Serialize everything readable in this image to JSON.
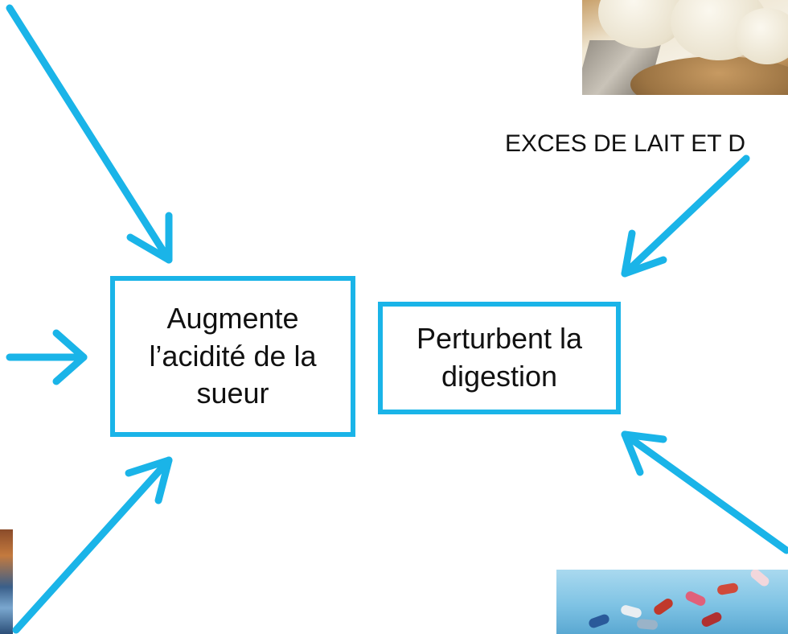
{
  "diagram": {
    "caption_dairy": "EXCES DE LAIT ET D",
    "box_acidity": {
      "line1": "Augmente",
      "line2": "l’acidité de la",
      "line3": "sueur"
    },
    "box_digestion": {
      "line1": "Perturbent la",
      "line2": "digestion"
    }
  },
  "colors": {
    "accent": "#1ab4e8",
    "text": "#111111",
    "background": "#ffffff"
  },
  "icons": [
    "cheese-photo",
    "pills-photo",
    "food-photo",
    "arrow-icon"
  ]
}
